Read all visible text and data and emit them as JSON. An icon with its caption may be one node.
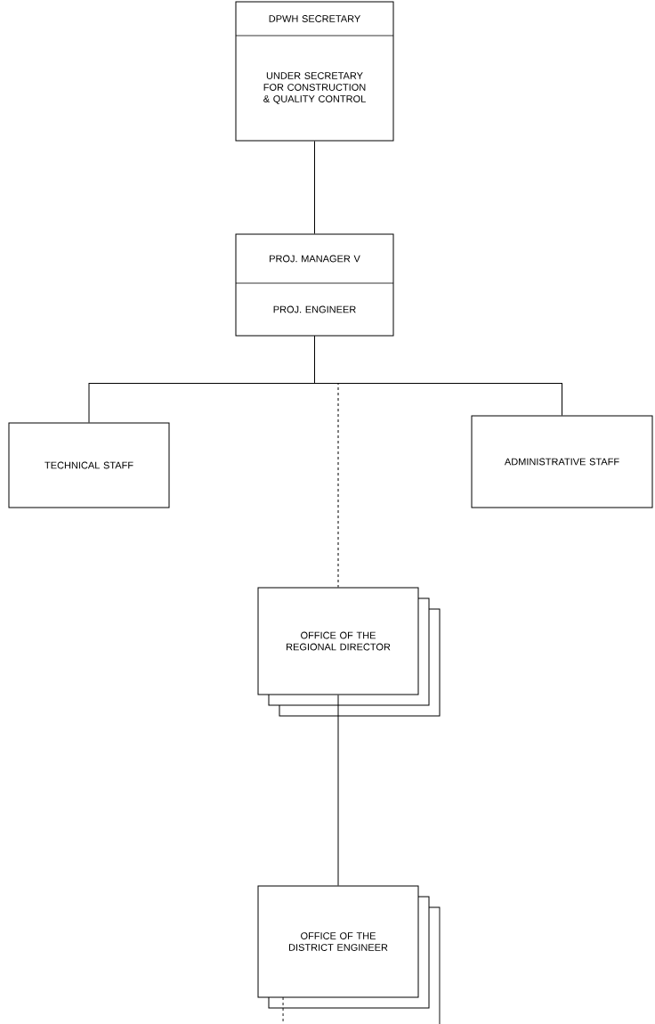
{
  "diagram": {
    "nodes": [
      {
        "text": [
          "DPWH SECRETARY",
          "UNDER SECRETARY FOR CONSTRUCTION & QUALITY CONTROL"
        ]
      },
      {
        "text": [
          "PROJ. MANAGER V",
          "PROJ. ENGINEER"
        ]
      },
      {
        "text": [
          "TECHNICAL STAFF"
        ]
      },
      {
        "text": [
          "ADMINISTRATIVE STAFF"
        ]
      },
      {
        "text": [
          "OFFICE OF THE REGIONAL DIRECTOR"
        ]
      },
      {
        "text": [
          "OFFICE OF THE DISTRICT ENGINEER"
        ]
      }
    ],
    "edges": [
      {
        "from": 0,
        "to": 1,
        "arrow": "none"
      },
      {
        "from": 1,
        "to": 2,
        "arrow": "none"
      },
      {
        "from": 1,
        "to": 3,
        "arrow": "none"
      },
      {
        "from": 1,
        "to": 4,
        "arrow": "none",
        "style": "dashed"
      },
      {
        "from": 4,
        "to": 5,
        "arrow": "none"
      },
      {
        "from": 5,
        "to": null,
        "arrow": "none",
        "style": "dashed"
      }
    ]
  }
}
